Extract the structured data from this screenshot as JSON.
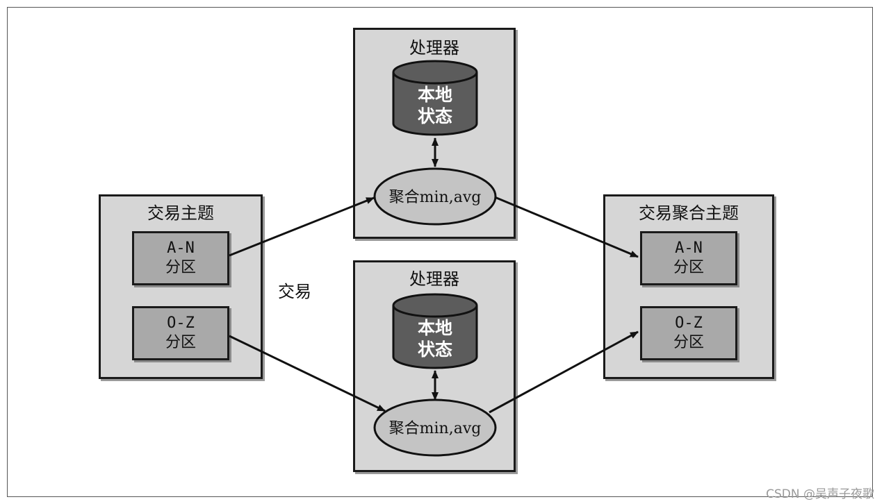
{
  "source_topic": {
    "title": "交易主题",
    "partitions": [
      {
        "line1": "A-N",
        "line2": "分区"
      },
      {
        "line1": "O-Z",
        "line2": "分区"
      }
    ]
  },
  "processors": [
    {
      "title": "处理器",
      "state_line1": "本地",
      "state_line2": "状态",
      "op_label": "聚合min,avg"
    },
    {
      "title": "处理器",
      "state_line1": "本地",
      "state_line2": "状态",
      "op_label": "聚合min,avg"
    }
  ],
  "target_topic": {
    "title": "交易聚合主题",
    "partitions": [
      {
        "line1": "A-N",
        "line2": "分区"
      },
      {
        "line1": "O-Z",
        "line2": "分区"
      }
    ]
  },
  "edge_label": "交易",
  "watermark": "CSDN @吴声子夜歌",
  "colors": {
    "panel_fill": "#d6d6d6",
    "partition_fill": "#a9a9a9",
    "db_fill": "#5c5c5c",
    "ellipse_fill": "#c4c4c4",
    "stroke": "#111111"
  }
}
